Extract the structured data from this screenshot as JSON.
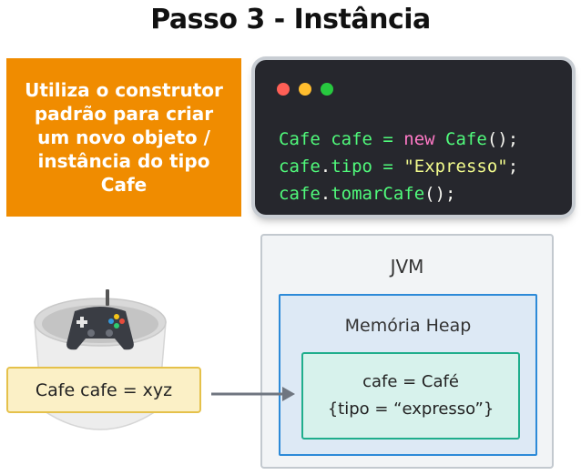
{
  "title": "Passo 3 - Instância",
  "description_box": {
    "lines": [
      "Utiliza o construtor",
      "padrão para criar",
      "um novo objeto /",
      "instância do tipo",
      "Cafe"
    ]
  },
  "code_window": {
    "lines": [
      [
        {
          "t": "Cafe cafe = ",
          "c": "plain"
        },
        {
          "t": "new",
          "c": "kw"
        },
        {
          "t": " Cafe",
          "c": "plain"
        },
        {
          "t": "();",
          "c": "pun"
        }
      ],
      [
        {
          "t": "cafe",
          "c": "plain"
        },
        {
          "t": ".",
          "c": "pun"
        },
        {
          "t": "tipo",
          "c": "plain"
        },
        {
          "t": " = ",
          "c": "plain"
        },
        {
          "t": "\"Expresso\"",
          "c": "str"
        },
        {
          "t": ";",
          "c": "pun"
        }
      ],
      [
        {
          "t": "cafe",
          "c": "plain"
        },
        {
          "t": ".",
          "c": "pun"
        },
        {
          "t": "tomarCafe",
          "c": "plain"
        },
        {
          "t": "();",
          "c": "pun"
        }
      ]
    ]
  },
  "jvm": {
    "label": "JVM",
    "heap": {
      "label": "Memória Heap",
      "object": {
        "line1": "cafe = Café",
        "line2": "{tipo = “expresso”}"
      }
    }
  },
  "reference": {
    "label": "Cafe cafe = xyz"
  },
  "icons": {
    "cup": "remote-control-cup-icon",
    "arrow": "arrow-right-icon"
  },
  "colors": {
    "orange": "#f08c00",
    "code_bg": "#26272d",
    "heap_border": "#2d8ad8",
    "object_border": "#1fae8c",
    "reference_bg": "#fbf0c6"
  }
}
